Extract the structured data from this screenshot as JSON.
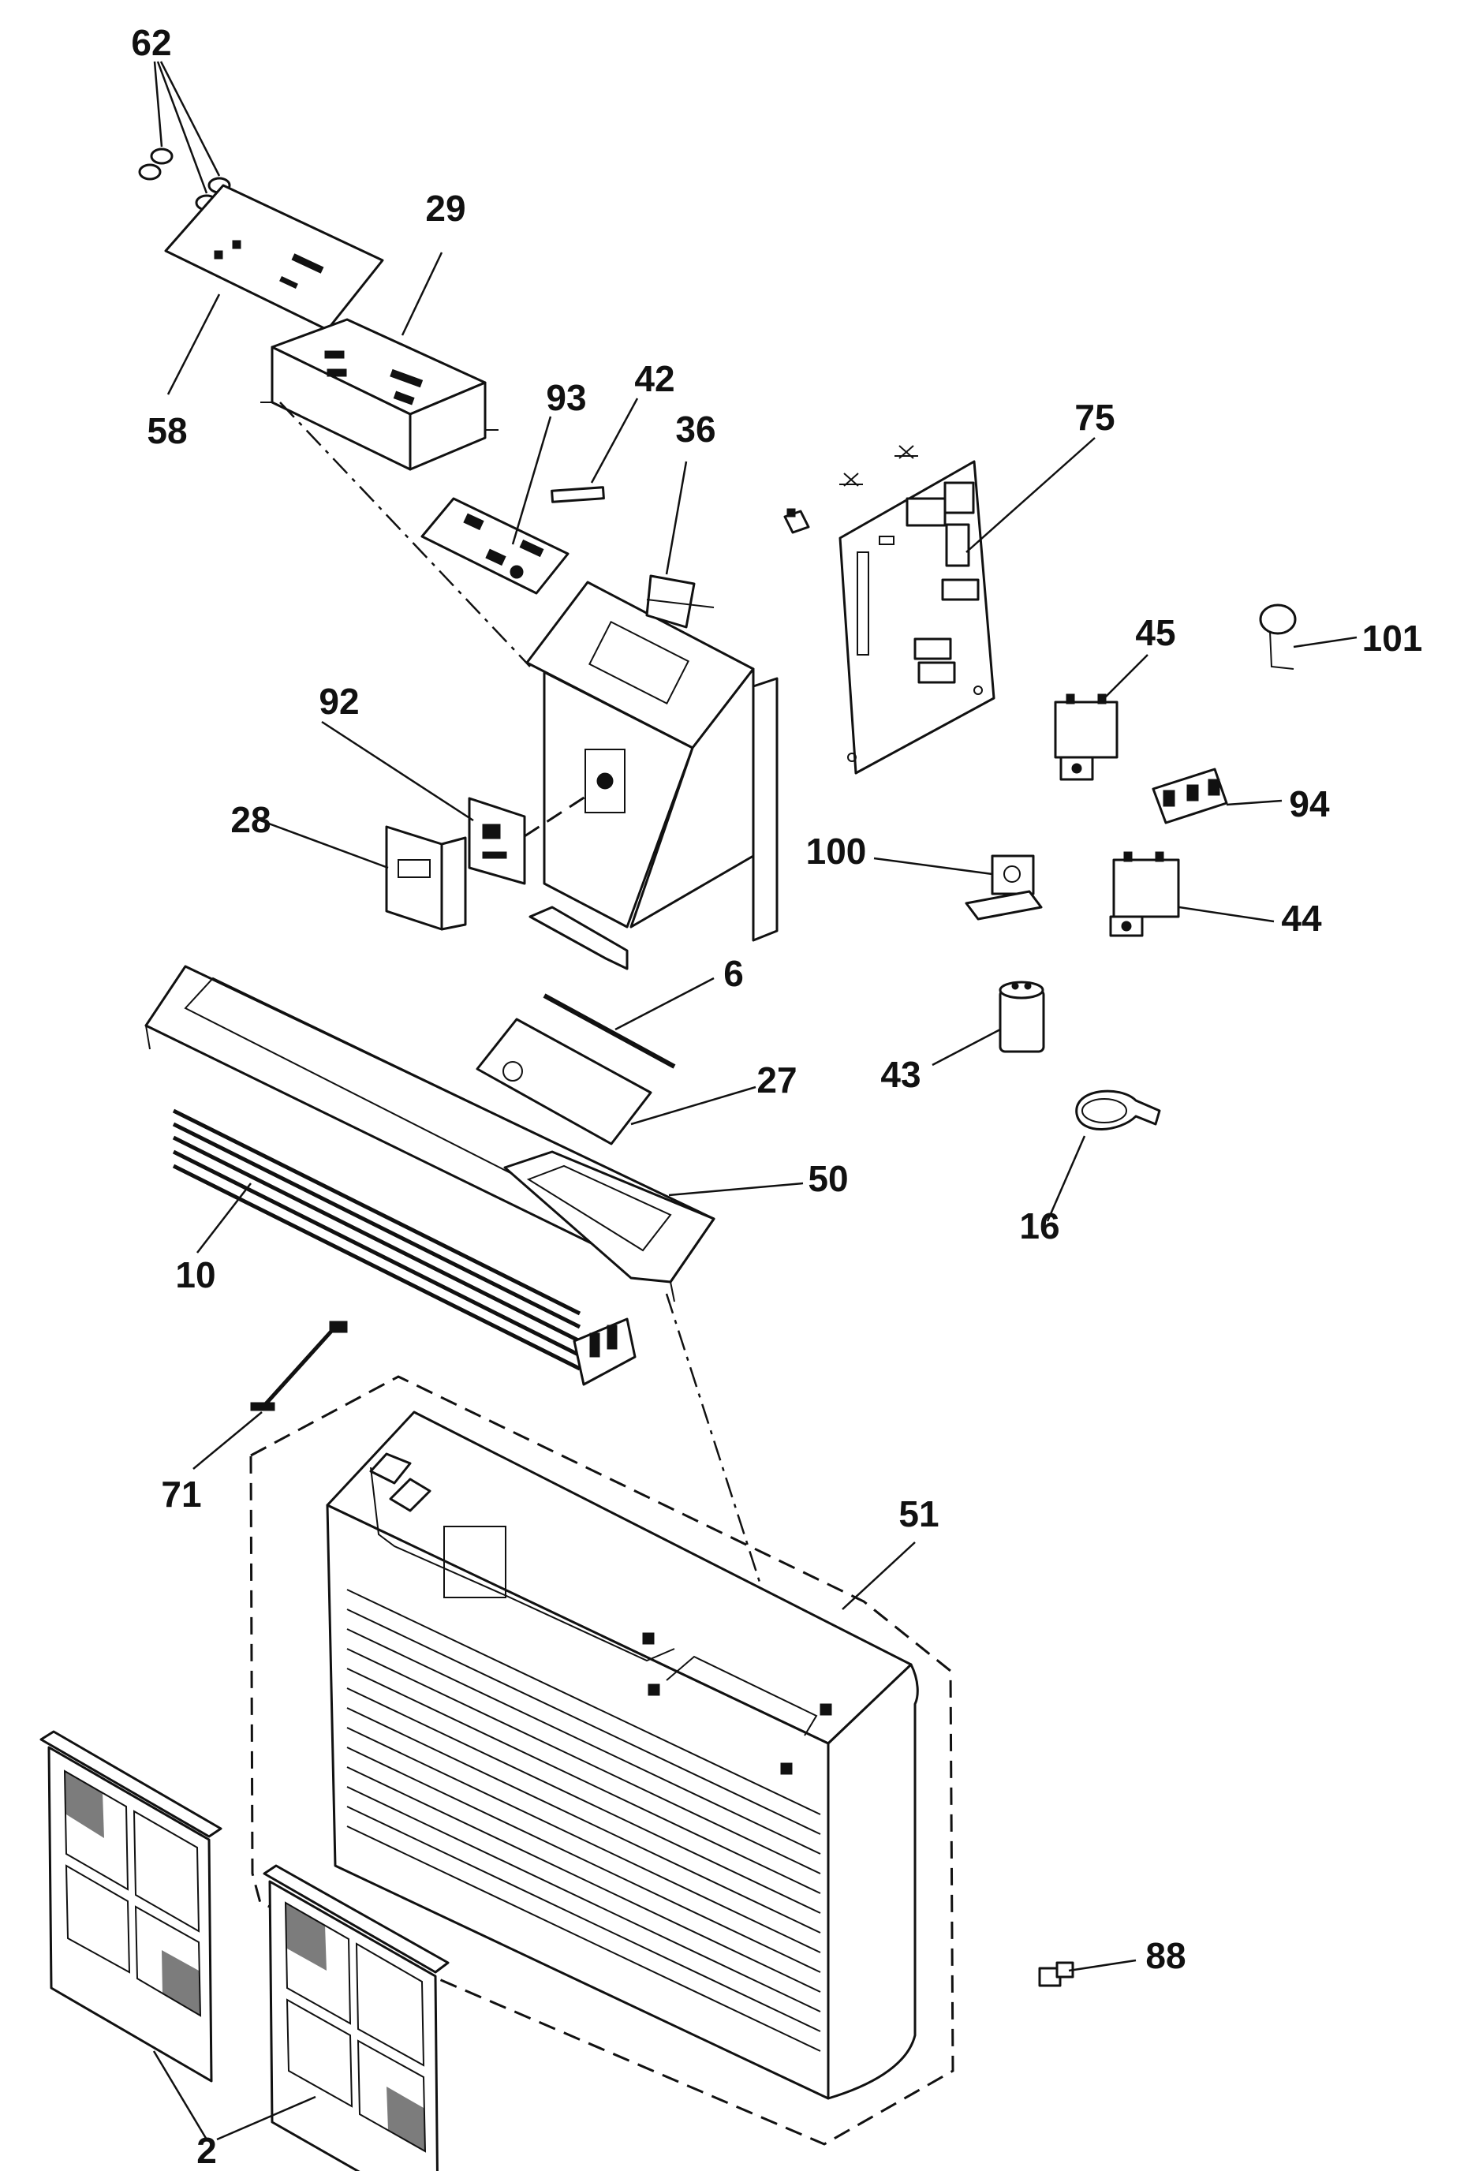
{
  "callouts": {
    "c62": "62",
    "c29": "29",
    "c58": "58",
    "c93": "93",
    "c42": "42",
    "c36": "36",
    "c75": "75",
    "c45": "45",
    "c101": "101",
    "c92": "92",
    "c28": "28",
    "c94": "94",
    "c100": "100",
    "c44": "44",
    "c6": "6",
    "c43": "43",
    "c27": "27",
    "c50": "50",
    "c16": "16",
    "c10": "10",
    "c71": "71",
    "c51": "51",
    "c88": "88",
    "c2": "2"
  },
  "colors": {
    "line": "#111111",
    "background": "#ffffff"
  }
}
